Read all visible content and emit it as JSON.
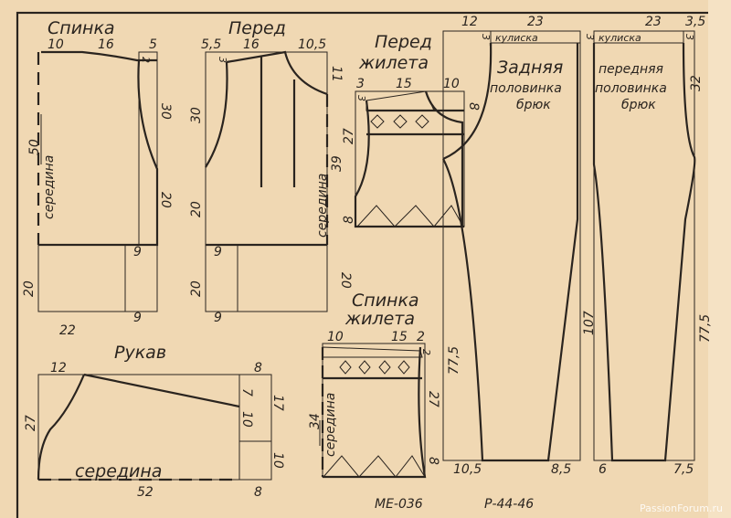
{
  "back": {
    "title": "Спинка",
    "w1": "10",
    "w2": "16",
    "w3": "5",
    "shoulder": "2",
    "armhole": "30",
    "side": "20",
    "half": "50",
    "center": "середина",
    "rib_top": "9",
    "rib_bottom": "9",
    "rib_h": "20",
    "rib_w": "22"
  },
  "front": {
    "title": "Перед",
    "w1": "5,5",
    "w2": "16",
    "w3": "10,5",
    "shoulder": "3",
    "neck": "11",
    "armhole": "30",
    "side": "20",
    "center": "середина",
    "half": "39",
    "rib_top": "9",
    "rib_bottom": "9",
    "rib_h_left": "20",
    "rib_h_right": "20"
  },
  "vest_front": {
    "title1": "Перед",
    "title2": "жилета",
    "w1": "3",
    "w2": "15",
    "w3": "10",
    "shoulder": "3",
    "height": "27",
    "neck": "8",
    "hem": "8"
  },
  "vest_back": {
    "title1": "Спинка",
    "title2": "жилета",
    "w1": "10",
    "w2": "15",
    "w3": "2",
    "shoulder": "2",
    "half": "34",
    "center": "середина",
    "height": "27",
    "hem": "8"
  },
  "sleeve": {
    "title": "Рукав",
    "cap": "12",
    "top_right": "8",
    "upper": "7",
    "total": "17",
    "lower": "10",
    "height": "27",
    "cuff": "10",
    "center": "середина",
    "width": "52",
    "bottom_right": "8"
  },
  "trousers_back": {
    "title1": "Задняя",
    "title2": "половинка",
    "title3": "брюк",
    "w_left": "12",
    "w": "23",
    "band": "кулиска",
    "band_h": "3",
    "total": "107",
    "inseam": "77,5",
    "hem_left": "10,5",
    "hem_right": "8,5"
  },
  "trousers_front": {
    "title1": "передняя",
    "title2": "половинка",
    "title3": "брюк",
    "w": "23",
    "w_right": "3,5",
    "band": "кулиска",
    "band_h_left": "3",
    "band_h_right": "3",
    "rise": "32",
    "inseam": "77,5",
    "hem_left": "6",
    "hem_right": "7,5"
  },
  "footer": {
    "code": "МЕ-036",
    "size": "Р-44-46",
    "watermark": "PassionForum.ru"
  }
}
